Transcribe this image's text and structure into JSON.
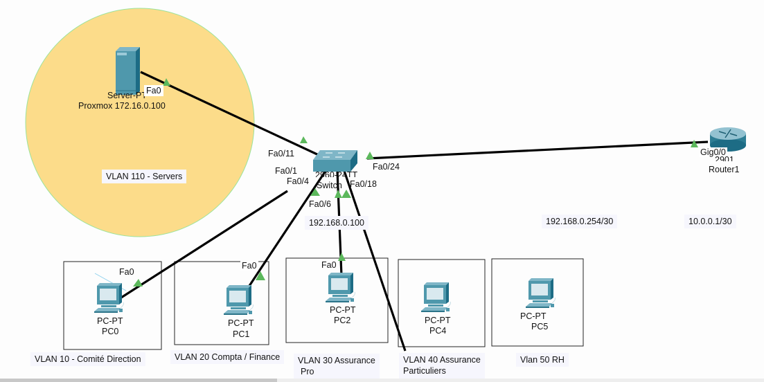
{
  "zone": {
    "label": "VLAN 110 - Servers",
    "fill": "#fcdc8a",
    "stroke": "#9be39b"
  },
  "devices": {
    "server": {
      "model": "Server-PT",
      "name": "Proxmox 172.16.0.100",
      "port": "Fa0"
    },
    "switch": {
      "model": "2960-24TT",
      "name": "Switch",
      "ip_note": "192.168.0.100",
      "ports": [
        "Fa0/11",
        "Fa0/1",
        "Fa0/4",
        "Fa0/6",
        "Fa0/18",
        "Fa0/24"
      ]
    },
    "router": {
      "model": "2901",
      "name": "Router1",
      "port": "Gig0/0",
      "ip_note": "10.0.0.1/30"
    },
    "gateway_note": "192.168.0.254/30",
    "pcs": [
      {
        "model": "PC-PT",
        "name": "PC0",
        "port": "Fa0",
        "vlan_note": "VLAN 10 - Comité Direction"
      },
      {
        "model": "PC-PT",
        "name": "PC1",
        "port": "Fa0",
        "vlan_note": "VLAN 20 Compta / Finance"
      },
      {
        "model": "PC-PT",
        "name": "PC2",
        "port": "Fa0",
        "vlan_note_line1": "VLAN 30 Assurance",
        "vlan_note_line2": "Pro"
      },
      {
        "model": "PC-PT",
        "name": "PC4",
        "vlan_note_line1": "VLAN 40 Assurance",
        "vlan_note_line2": "Particuliers"
      },
      {
        "model": "PC-PT",
        "name": "PC5",
        "vlan_note": "Vlan 50 RH"
      }
    ]
  },
  "colors": {
    "link": "#000000",
    "link_up": "#5cb85c",
    "device": "#4f98ac"
  }
}
